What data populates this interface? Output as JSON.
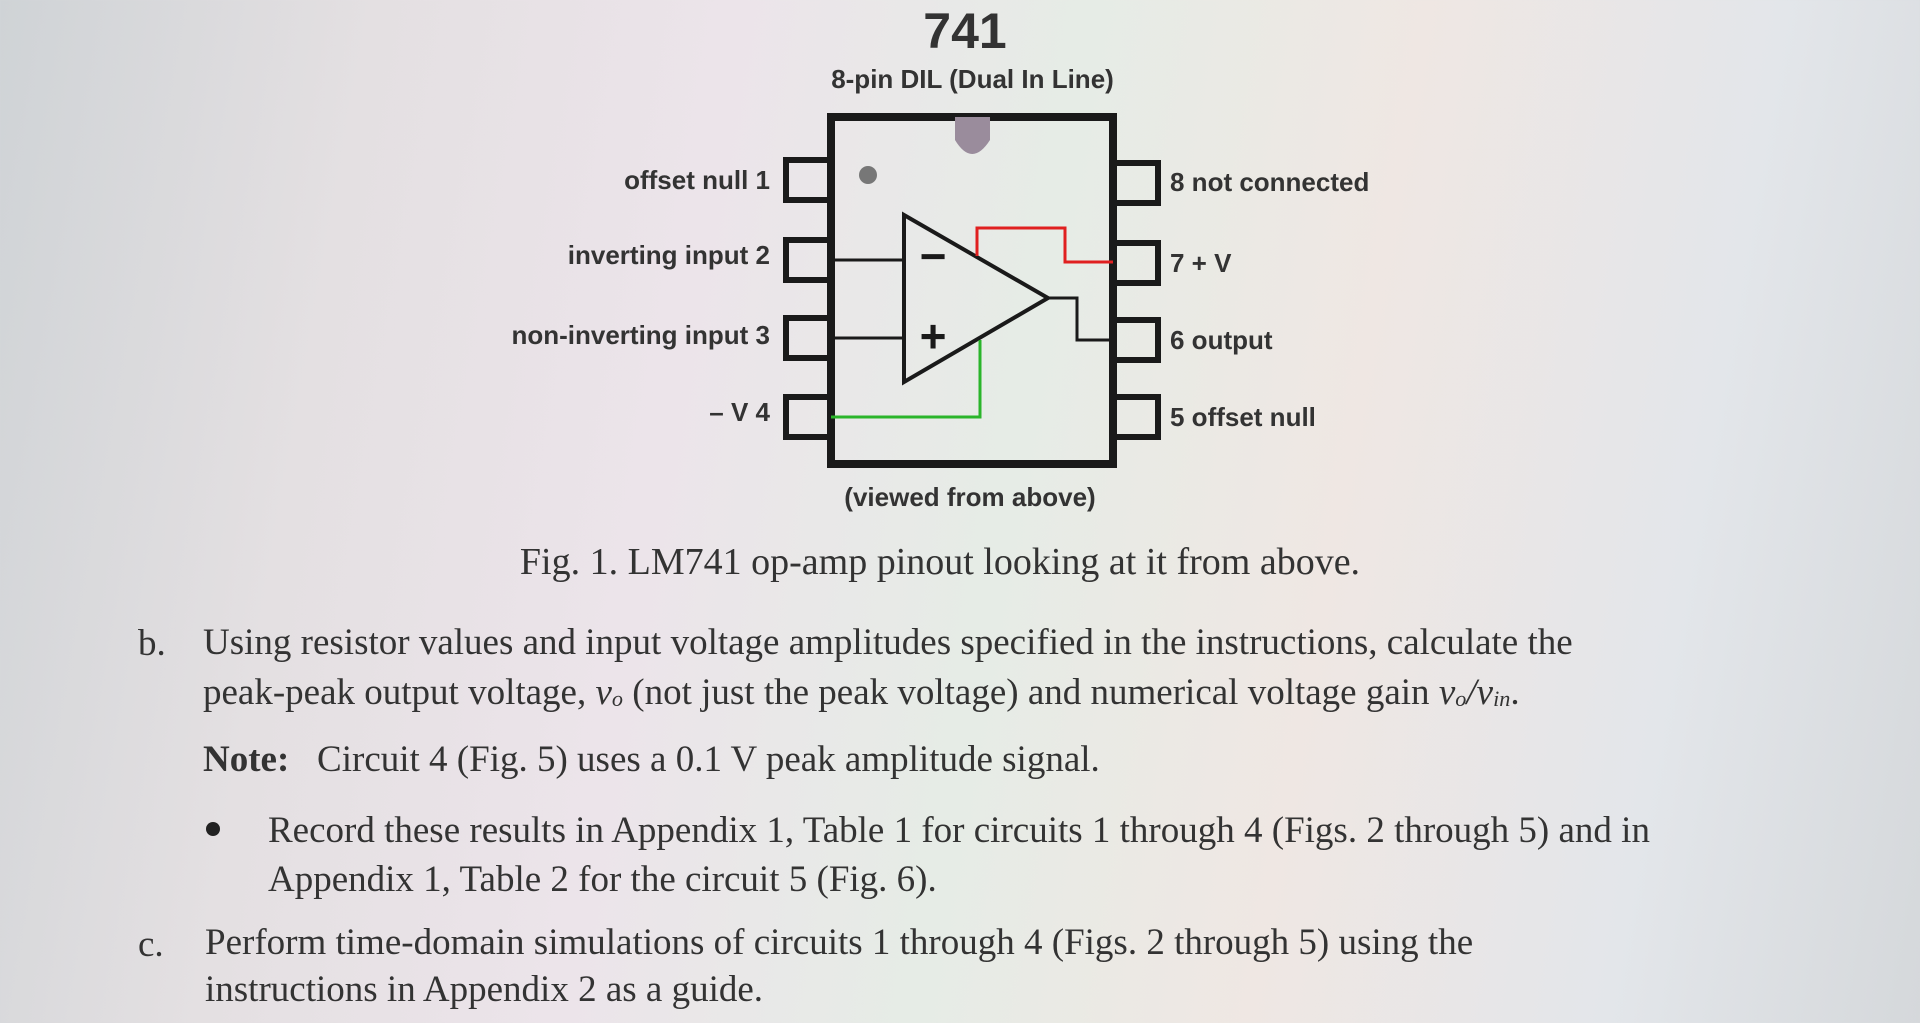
{
  "diagram": {
    "title": "741",
    "subtitle": "8-pin DIL (Dual In Line)",
    "footer": "(viewed from above)",
    "left_pins": [
      {
        "label": "offset null  1"
      },
      {
        "label": "inverting input  2"
      },
      {
        "label": "non-inverting input  3"
      },
      {
        "label": "– V  4"
      }
    ],
    "right_pins": [
      {
        "label": "8  not connected"
      },
      {
        "label": "7  + V"
      },
      {
        "label": "6  output"
      },
      {
        "label": "5  offset null"
      }
    ],
    "opamp_minus": "−",
    "opamp_plus": "+",
    "colors": {
      "vplus_wire": "#e02020",
      "vminus_wire": "#2ab52a",
      "wire": "#222222"
    }
  },
  "figure_caption": "Fig. 1. LM741 op-amp pinout looking at it from above.",
  "item_b": {
    "letter": "b.",
    "line1": "Using resistor values and input voltage amplitudes specified in the instructions, calculate the",
    "line2_a": "peak-peak output voltage, ",
    "line2_vo": "v",
    "line2_vo_sub": "o",
    "line2_b": " (not just the peak voltage) and numerical voltage gain ",
    "line2_gain_num": "v",
    "line2_gain_num_sub": "o",
    "line2_slash": "/",
    "line2_gain_den": "v",
    "line2_gain_den_sub": "in",
    "line2_end": ".",
    "note_label": "Note:",
    "note_text": "Circuit 4 (Fig. 5) uses a 0.1 V peak amplitude signal.",
    "bullet_line1": "Record these results in Appendix 1, Table 1 for circuits 1 through 4 (Figs. 2 through 5) and in",
    "bullet_line2": "Appendix 1, Table 2 for the circuit 5 (Fig. 6)."
  },
  "item_c": {
    "letter": "c.",
    "line1": "Perform time-domain simulations of circuits 1 through 4 (Figs. 2 through 5) using the",
    "line2": "instructions in Appendix 2 as a guide."
  }
}
